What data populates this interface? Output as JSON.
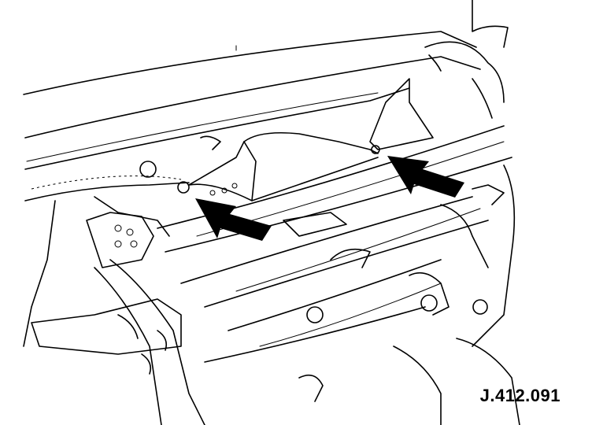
{
  "figure": {
    "reference_code": "J.412.091",
    "colors": {
      "ink": "#000000",
      "paper": "#ffffff"
    },
    "callouts": [
      {
        "name": "left-arrow",
        "direction": "up-left"
      },
      {
        "name": "right-arrow",
        "direction": "up-left"
      }
    ]
  }
}
